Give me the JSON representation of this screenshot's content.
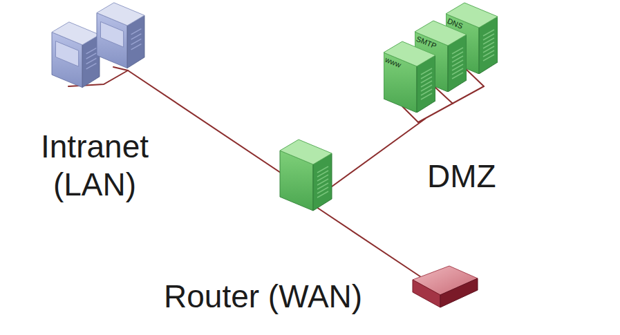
{
  "diagram": {
    "nodes": [
      {
        "text": [
          "Intranet (LAN)"
        ]
      },
      {
        "text": [
          "DMZ"
        ]
      },
      {
        "text": [
          "www"
        ],
        "in": 1
      },
      {
        "text": [
          "SMTP"
        ],
        "in": 1
      },
      {
        "text": [
          "DNS"
        ],
        "in": 1
      },
      {
        "text": [
          "Router (WAN)"
        ]
      }
    ]
  }
}
